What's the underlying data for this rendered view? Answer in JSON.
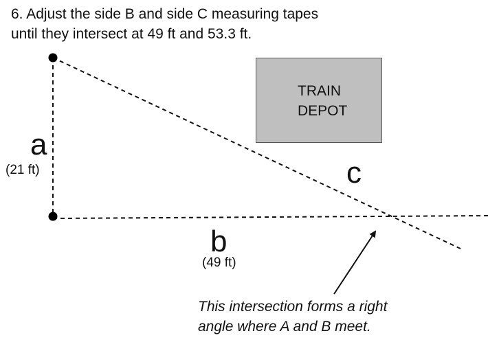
{
  "instruction": {
    "line1": "6. Adjust the side B and side C measuring tapes",
    "line2": "until they intersect at 49 ft and 53.3 ft."
  },
  "depot": {
    "line1": "TRAIN",
    "line2": "DEPOT",
    "fill_color": "#bfbfbf"
  },
  "sides": {
    "a": {
      "letter": "a",
      "measure": "(21 ft)"
    },
    "b": {
      "letter": "b",
      "measure": "(49 ft)"
    },
    "c": {
      "letter": "c"
    }
  },
  "note": {
    "line1": "This intersection forms a right",
    "line2": "angle where A and B meet."
  },
  "style": {
    "line_color": "#111111",
    "point_color": "#000000"
  }
}
